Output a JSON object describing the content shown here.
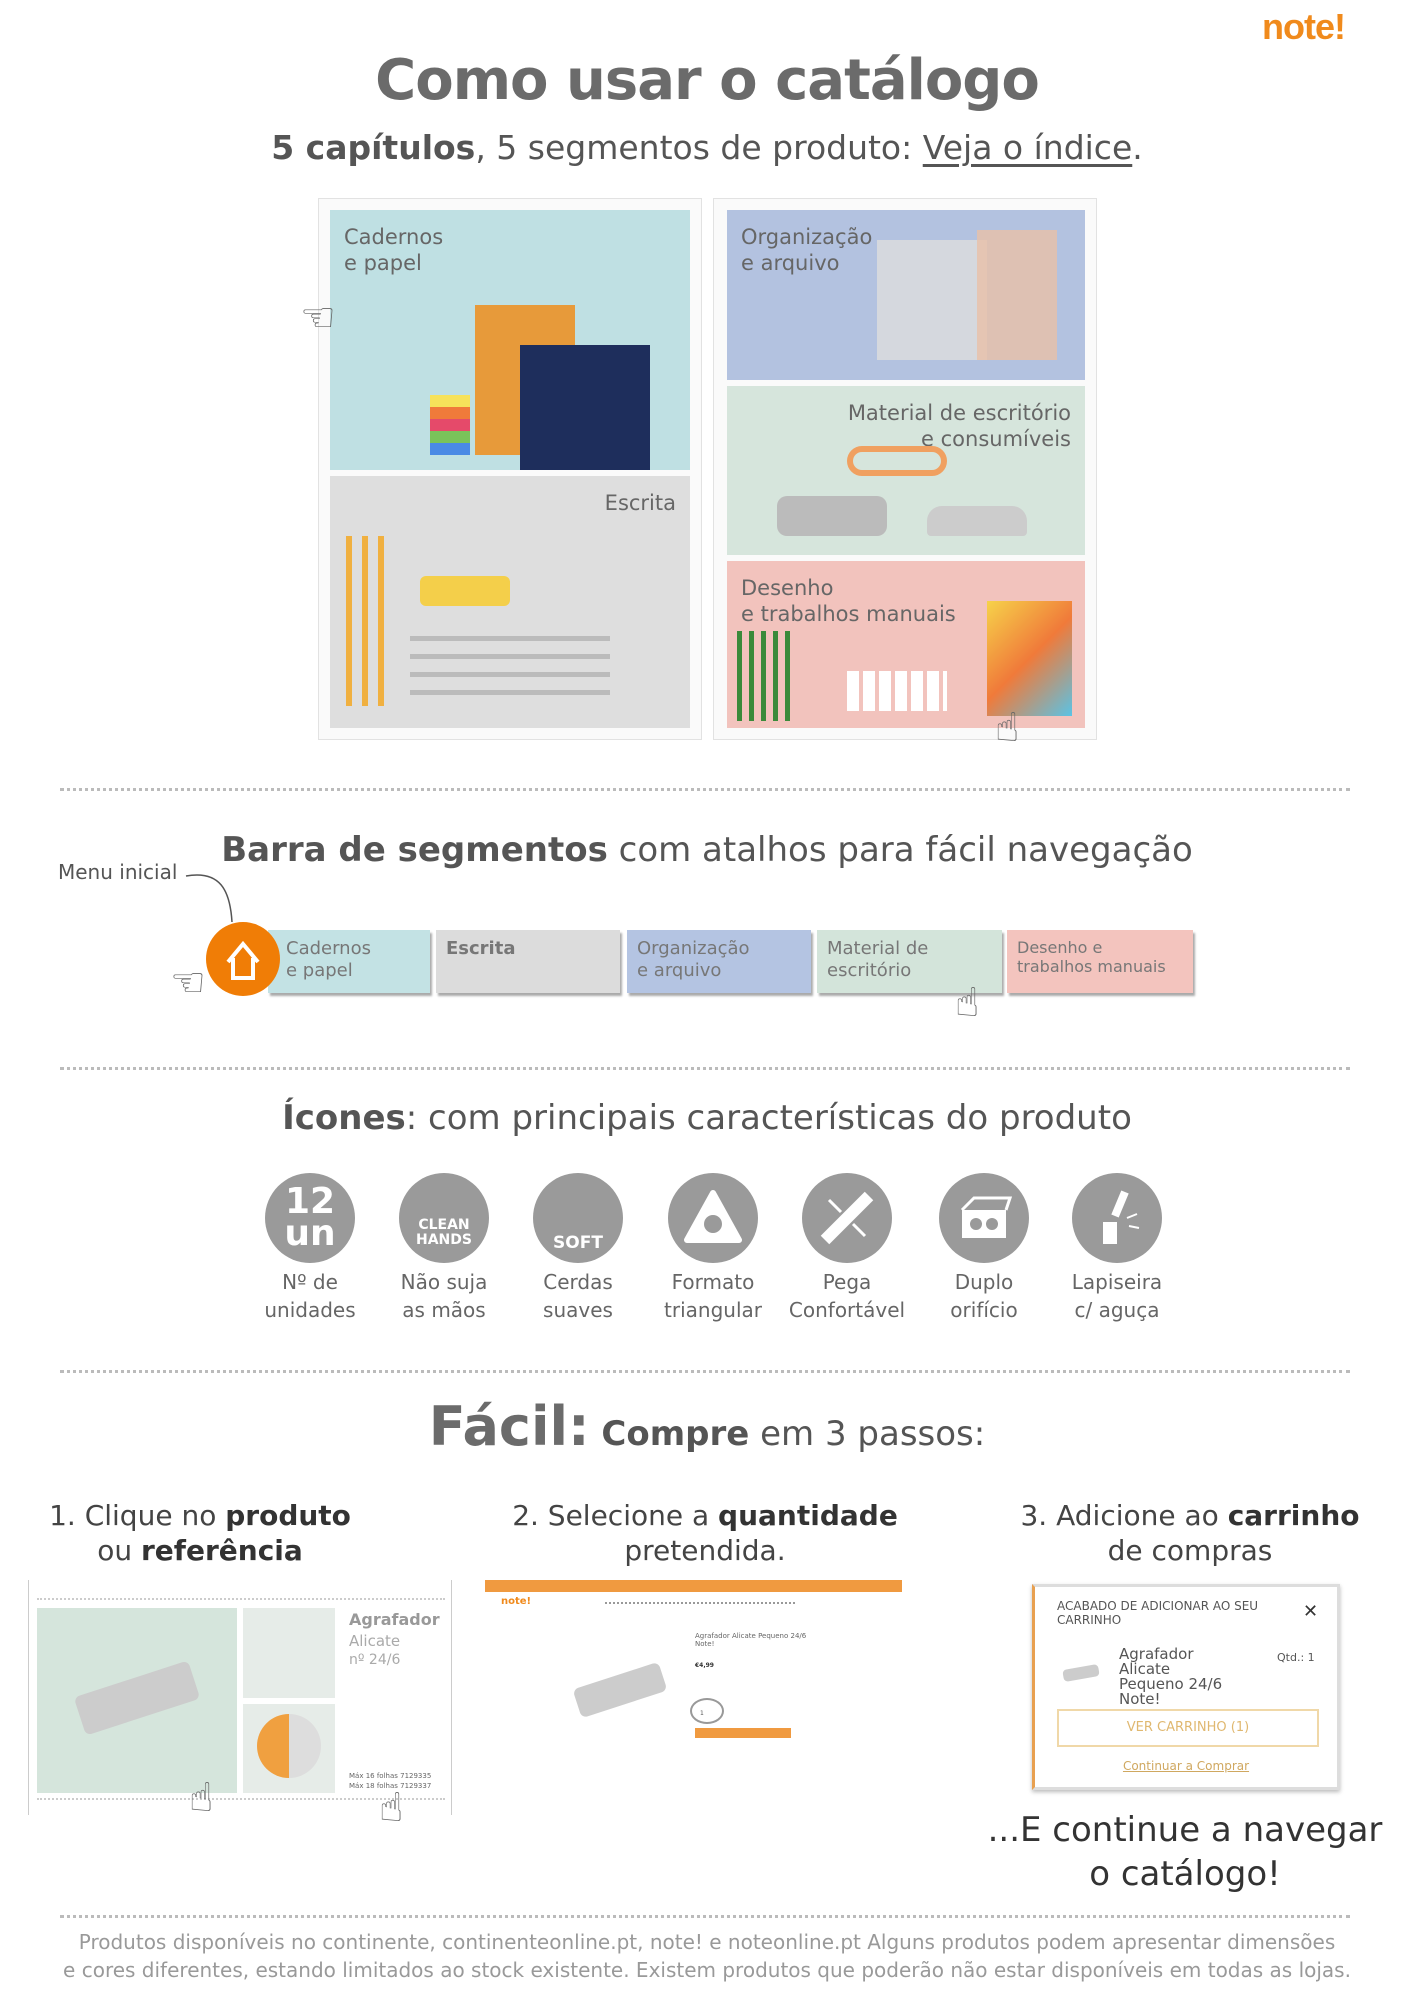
{
  "brand": {
    "logo": "note!",
    "accent": "#f08a1c"
  },
  "header": {
    "title": "Como usar o catálogo",
    "subtitle_bold": "5 capítulos",
    "subtitle_text": ", 5 segmentos de produto: ",
    "subtitle_link": "Veja o índice",
    "subtitle_end": "."
  },
  "chapters": [
    {
      "label": "Cadernos\ne papel",
      "color": "#bfe0e3"
    },
    {
      "label": "Escrita",
      "color": "#dedede"
    },
    {
      "label": "Organização\ne arquivo",
      "color": "#b3c2e0"
    },
    {
      "label": "Material de escritório\ne consumíveis",
      "color": "#d6e5dc"
    },
    {
      "label": "Desenho\ne trabalhos manuais",
      "color": "#f2c3bd"
    }
  ],
  "segments_bar": {
    "heading_bold": "Barra de segmentos",
    "heading_text": " com atalhos para fácil navegação",
    "menu_label": "Menu inicial",
    "items": [
      {
        "label": "Cadernos\ne papel",
        "color": "#c3e2e4"
      },
      {
        "label": "Escrita",
        "color": "#dcdcdc"
      },
      {
        "label": "Organização\ne arquivo",
        "color": "#b4c4e2"
      },
      {
        "label": "Material de\nescritório",
        "color": "#d3e4da"
      },
      {
        "label": "Desenho e\ntrabalhos manuais",
        "color": "#f3c4be"
      }
    ]
  },
  "icons_section": {
    "heading_bold": "Ícones",
    "heading_text": ": com principais características do produto",
    "icons": [
      {
        "glyph": "12\nun",
        "icon": "units-icon",
        "label": "Nº de\nunidades"
      },
      {
        "glyph": "CLEAN\nHANDS",
        "icon": "clean-hands-icon",
        "label": "Não suja\nas mãos"
      },
      {
        "glyph": "SOFT",
        "icon": "soft-brush-icon",
        "label": "Cerdas\nsuaves"
      },
      {
        "glyph": "",
        "icon": "triangle-icon",
        "label": "Formato\ntriangular"
      },
      {
        "glyph": "",
        "icon": "comfort-grip-icon",
        "label": "Pega\nConfortável"
      },
      {
        "glyph": "",
        "icon": "double-sharpener-icon",
        "label": "Duplo\norifício"
      },
      {
        "glyph": "",
        "icon": "pencil-sharpener-icon",
        "label": "Lapiseira\nc/ aguça"
      }
    ]
  },
  "steps_section": {
    "heading_big": "Fácil:",
    "heading_bold": " Compre",
    "heading_text": " em 3 passos:",
    "steps": [
      {
        "pre": "1. Clique no ",
        "bold": "produto",
        "line2_pre": "ou ",
        "line2_bold": "referência",
        "line2_post": ""
      },
      {
        "pre": "2. Selecione a ",
        "bold": "quantidade",
        "line2_pre": "pretendida.",
        "line2_bold": "",
        "line2_post": ""
      },
      {
        "pre": "3. Adicione ao ",
        "bold": "carrinho",
        "line2_pre": "de compras",
        "line2_bold": "",
        "line2_post": ""
      }
    ],
    "product": {
      "name": "Agrafador",
      "sub": "Alicate",
      "ref": "nº 24/6",
      "ref1": "Máx 16 folhas 7129335",
      "ref2": "Máx 18 folhas 7129337"
    },
    "web": {
      "title": "Agrafador Alicate Pequeno 24/6 Note!",
      "price": "€4,99",
      "qty": "1"
    },
    "cart": {
      "header": "ACABADO DE ADICIONAR AO SEU CARRINHO",
      "close": "✕",
      "item": "Agrafador Alicate Pequeno 24/6 Note!",
      "qty": "Qtd.: 1",
      "view_cart": "VER CARRINHO (1)",
      "continue": "Continuar a Comprar"
    },
    "outro": "...E continue a navegar\no catálogo!"
  },
  "footer": "Produtos disponíveis no continente, continenteonline.pt, note! e noteonline.pt Alguns produtos podem apresentar dimensões\ne cores diferentes, estando limitados ao stock existente. Existem produtos que poderão não estar disponíveis em todas as lojas."
}
